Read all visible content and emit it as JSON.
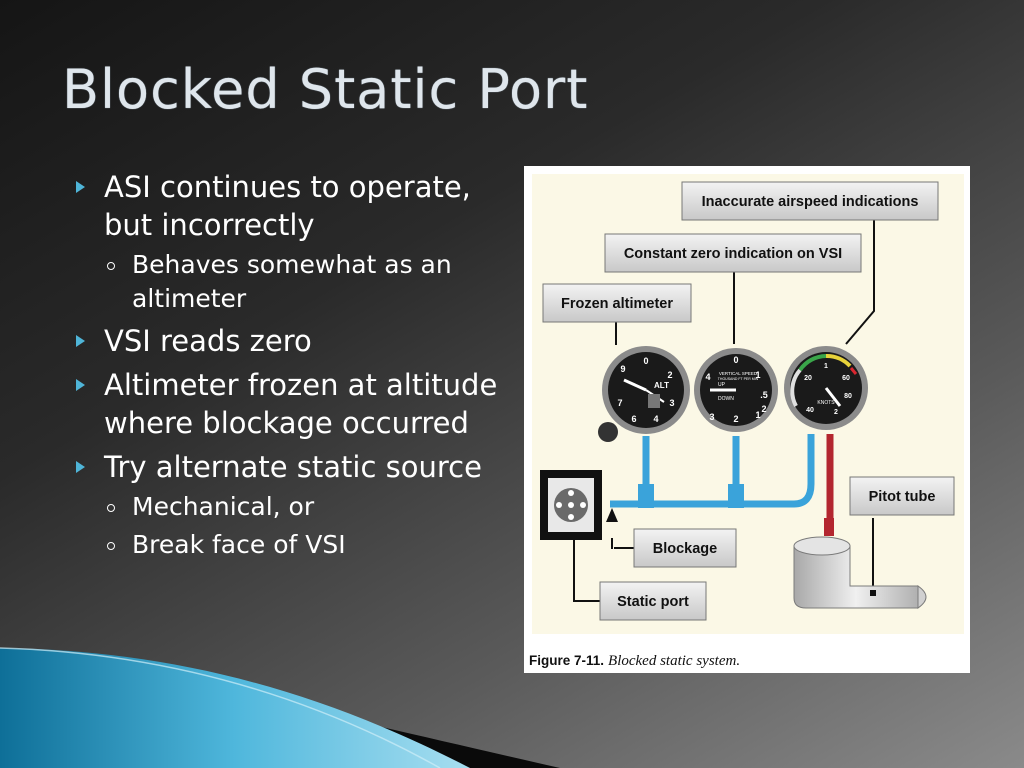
{
  "slide": {
    "title": "Blocked Static Port",
    "bullets": [
      {
        "text": "ASI continues to operate, but incorrectly",
        "sub": [
          "Behaves somewhat as an altimeter"
        ]
      },
      {
        "text": "VSI reads zero",
        "sub": []
      },
      {
        "text": "Altimeter frozen at altitude where blockage occurred",
        "sub": []
      },
      {
        "text": "Try alternate static source",
        "sub": [
          "Mechanical, or",
          "Break face of VSI"
        ]
      }
    ]
  },
  "figure": {
    "labels": {
      "inaccurate_airspeed": "Inaccurate airspeed indications",
      "constant_zero_vsi": "Constant zero indication on VSI",
      "frozen_altimeter": "Frozen altimeter",
      "pitot_tube": "Pitot tube",
      "blockage": "Blockage",
      "static_port": "Static port"
    },
    "caption_number": "Figure 7-11.",
    "caption_text": "Blocked static system.",
    "gauges": {
      "altimeter_face": "ALT",
      "vsi_face_line1": "VERTICAL SPEED",
      "vsi_face_line2": "THOUSAND FT PER MIN",
      "vsi_up": "UP",
      "vsi_down": "DOWN",
      "asi_face": "KNOTS"
    },
    "colors": {
      "background": "#fbf8e6",
      "static_line": "#3aa3da",
      "pitot_line": "#b3262f",
      "label_box": "#dcdcdc"
    }
  }
}
